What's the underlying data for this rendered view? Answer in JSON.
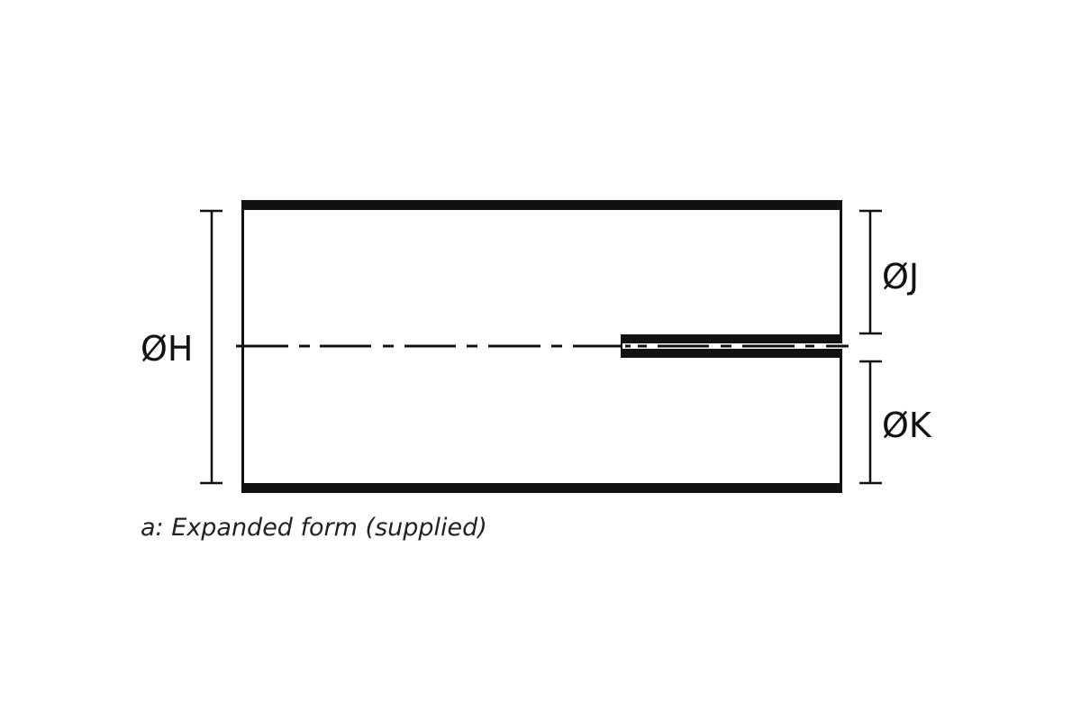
{
  "diagram": {
    "title": "Expanded form (supplied)",
    "colors": {
      "line": "#111111",
      "background": "#ffffff"
    },
    "labels": {
      "outer_diameter": "ØH",
      "upper_diameter": "ØJ",
      "lower_diameter": "ØK"
    },
    "caption": "a: Expanded form (supplied)"
  }
}
